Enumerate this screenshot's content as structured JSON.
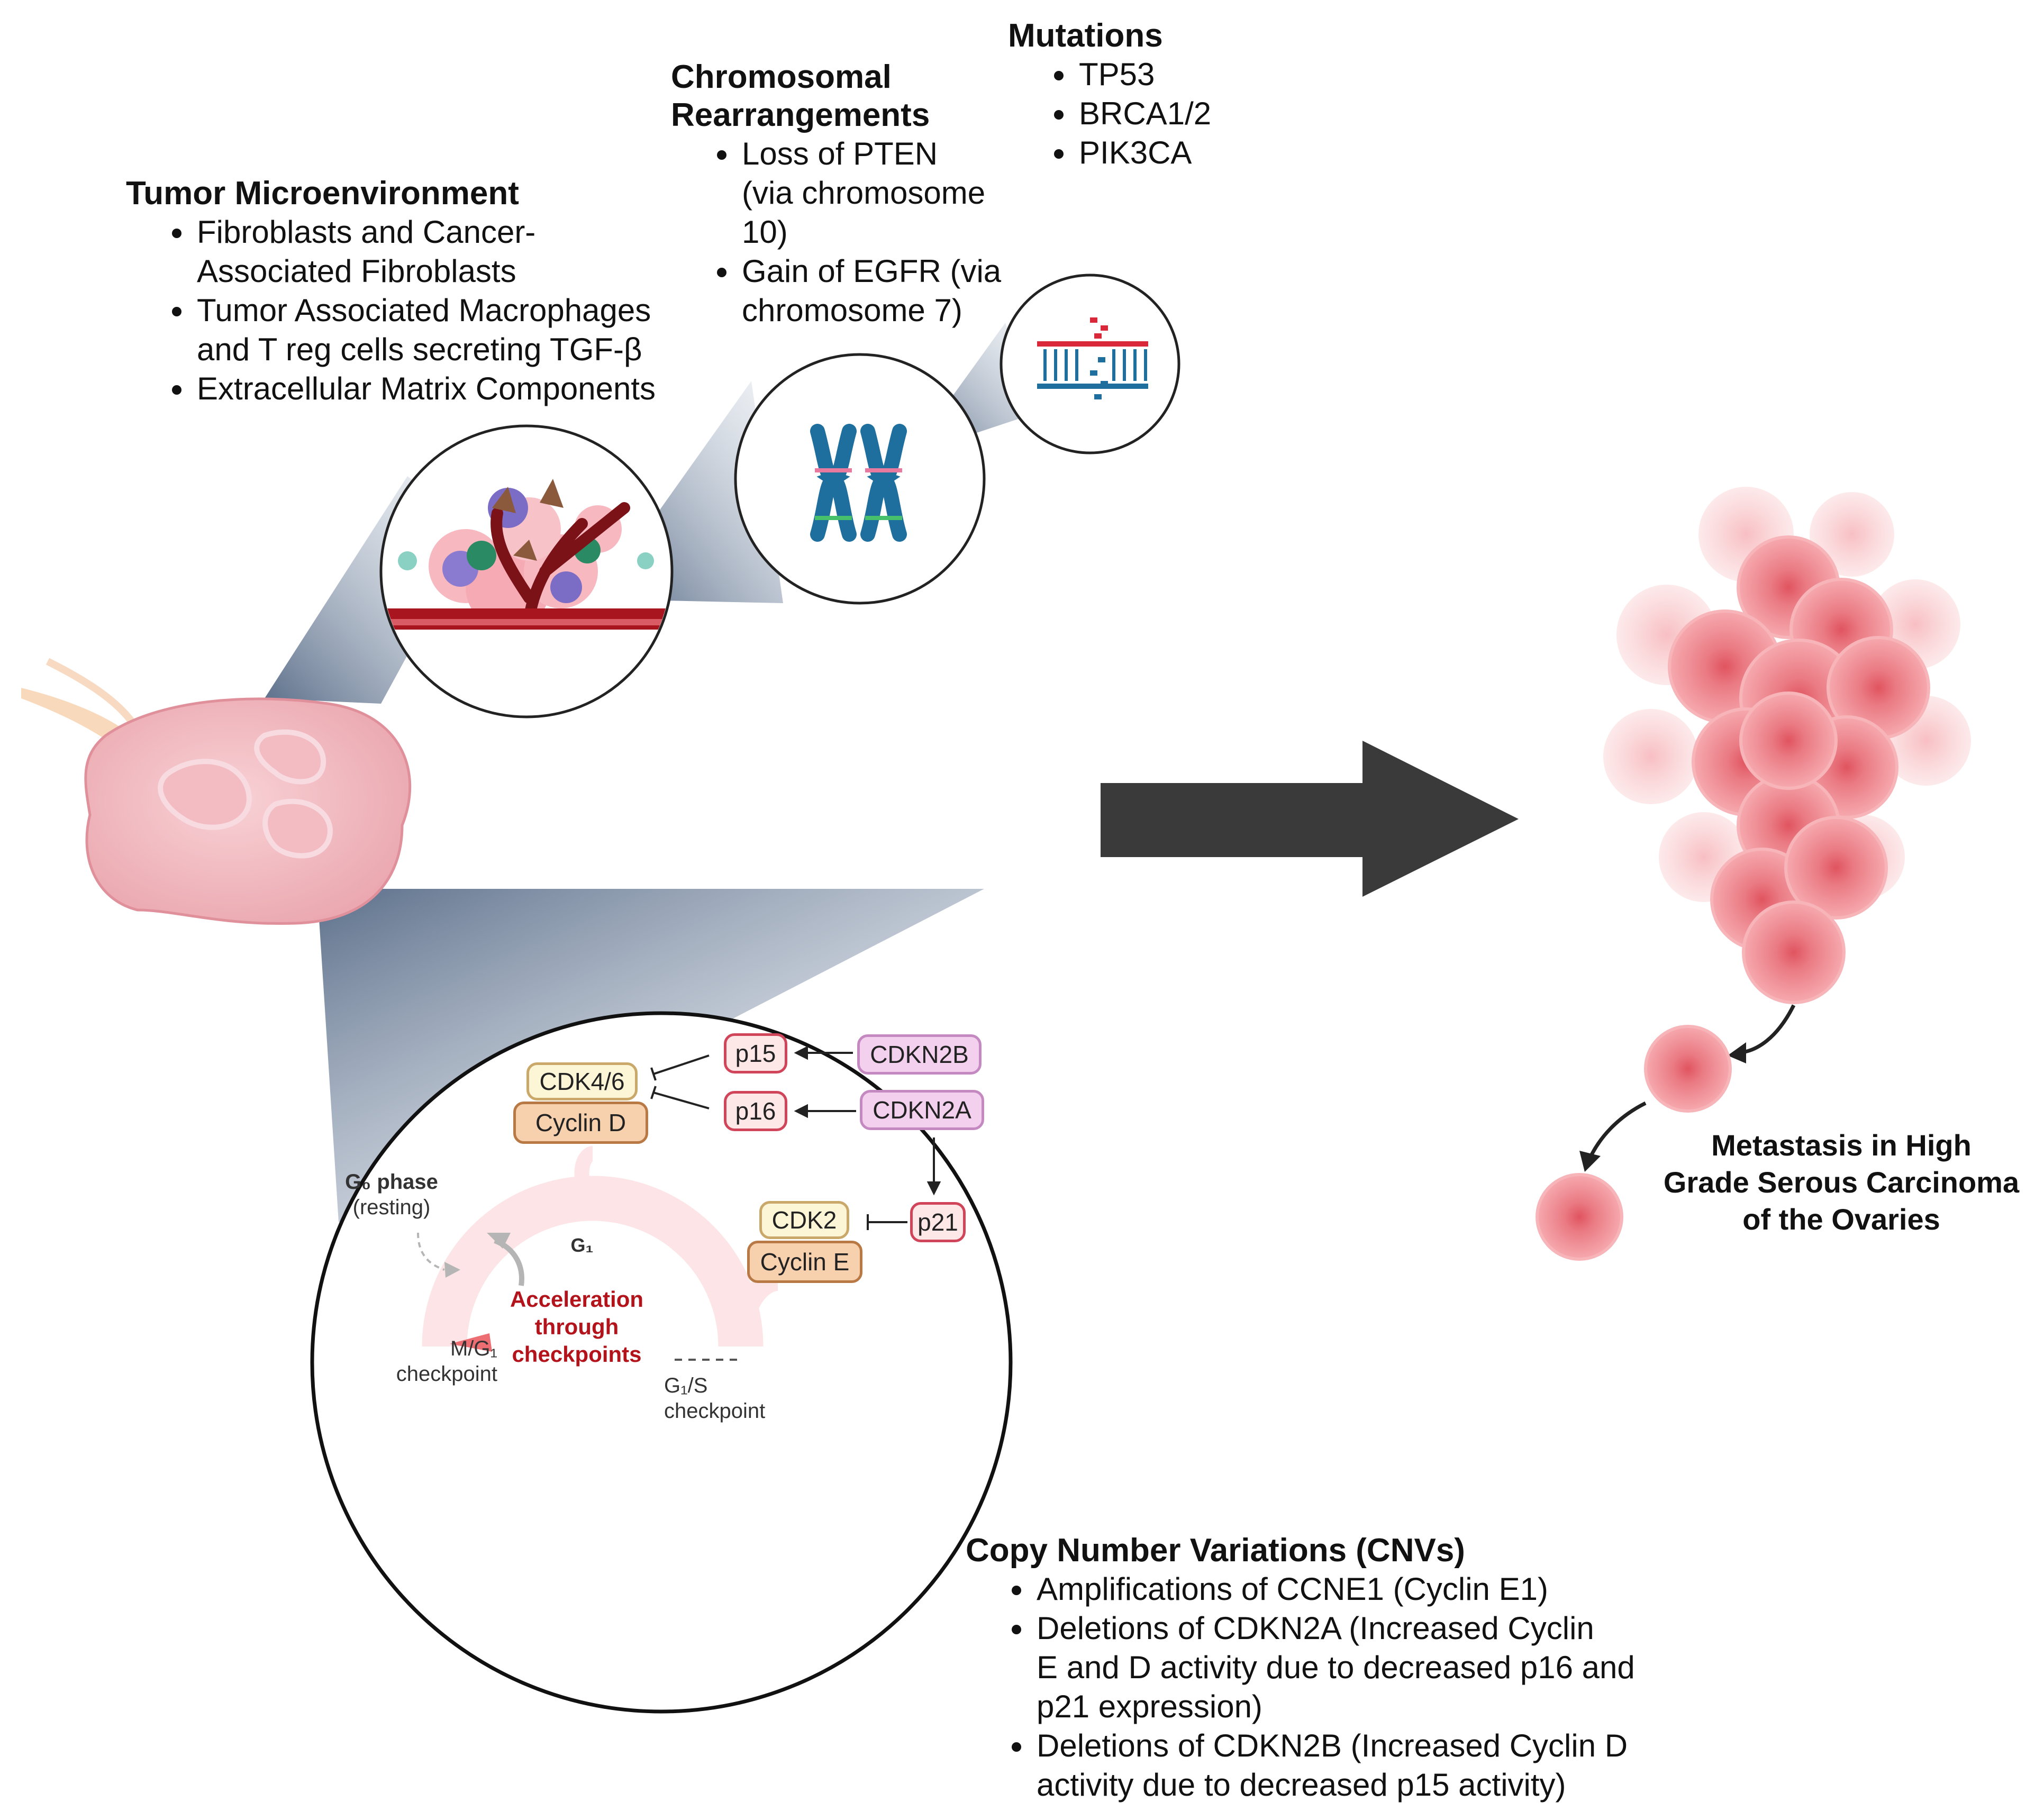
{
  "tumor_microenvironment": {
    "title": "Tumor Microenvironment",
    "items": [
      [
        "Fibroblasts and Cancer-",
        "Associated Fibroblasts"
      ],
      [
        "Tumor Associated Macrophages",
        "and T reg cells secreting TGF-β"
      ],
      [
        "Extracellular Matrix Components"
      ]
    ]
  },
  "chromosomal_rearrangements": {
    "title_lines": [
      "Chromosomal",
      "Rearrangements"
    ],
    "items": [
      [
        "Loss of PTEN",
        "(via chromosome",
        "10)"
      ],
      [
        "Gain of EGFR (via",
        "chromosome 7)"
      ]
    ]
  },
  "mutations": {
    "title": "Mutations",
    "items": [
      "TP53",
      "BRCA1/2",
      "PIK3CA"
    ]
  },
  "cnvs": {
    "title": "Copy Number Variations (CNVs)",
    "items": [
      [
        "Amplifications of CCNE1 (Cyclin E1)"
      ],
      [
        "Deletions of CDKN2A (Increased Cyclin",
        "E and D activity due to decreased p16 and",
        "p21 expression)"
      ],
      [
        "Deletions of CDKN2B (Increased Cyclin D",
        "activity due to decreased p15 activity)"
      ]
    ]
  },
  "metastasis_label": [
    "Metastasis in High",
    "Grade Serous Carcinoma",
    "of the Ovaries"
  ],
  "cell_cycle": {
    "boxes": {
      "cdk46": "CDK4/6",
      "cyclin_d": "Cyclin D",
      "p15": "p15",
      "p16": "p16",
      "cdkn2b": "CDKN2B",
      "cdkn2a": "CDKN2A",
      "cdk2": "CDK2",
      "cyclin_e": "Cyclin E",
      "p21": "p21"
    },
    "g0_title": "G₀ phase",
    "g0_sub": "(resting)",
    "g1_label": "G₁",
    "acceleration": [
      "Acceleration",
      "through",
      "checkpoints"
    ],
    "mg1_checkpoint": [
      "M/G₁",
      "checkpoint"
    ],
    "g1s_checkpoint": [
      "G₁/S",
      "checkpoint"
    ]
  },
  "colors": {
    "accent_red": "#b3141c",
    "arrow": "#3a3a3a",
    "funnel": "#7b8ea6",
    "tissue_pink": "#f0b6bd",
    "cell_red": "#e8717b"
  },
  "icons": [
    "tumor-tissue-icon",
    "microenvironment-icon",
    "chromosome-icon",
    "dna-mutation-icon",
    "tumor-cell-cluster-icon",
    "flow-arrow-icon"
  ]
}
